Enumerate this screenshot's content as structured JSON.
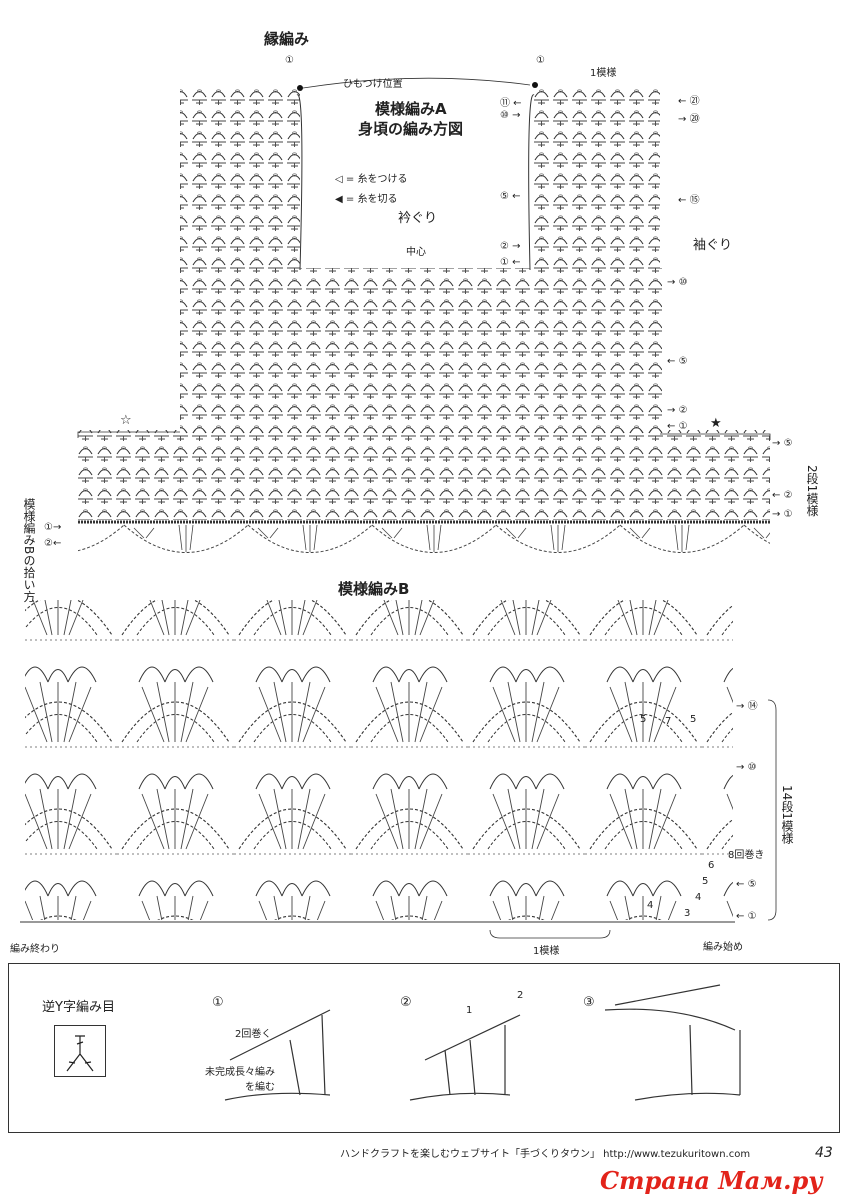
{
  "chart_a": {
    "edge_label": "縁編み",
    "title_line1": "模様編みA",
    "title_line2": "身頃の編み方図",
    "tie_position": "ひもつけ位置",
    "one_pattern": "1模様",
    "legend": [
      {
        "symbol": "◁",
        "text": "= 糸をつける"
      },
      {
        "symbol": "◀",
        "text": "= 糸を切る"
      }
    ],
    "neckline": "衿ぐり",
    "center": "中心",
    "armhole": "袖ぐり",
    "star_open": "☆",
    "star_filled": "★",
    "row_marks_top": "①",
    "right_rows": [
      "㉑",
      "⑳",
      "⑮",
      "⑩",
      "⑤",
      "②",
      "①"
    ],
    "left_inner_rows": [
      "⑪",
      "⑩",
      "⑤",
      "②",
      "①"
    ],
    "lower_band_rows": [
      "⑤",
      "②",
      "①"
    ],
    "repeat_note": "2段1模様",
    "pickup_label": "模様編みBの拾い方",
    "pickup_rows": [
      "①",
      "②"
    ]
  },
  "chart_b": {
    "title": "模様編みB",
    "right_rows": [
      "⑭",
      "⑩",
      "⑤",
      "①"
    ],
    "repeat_note": "14段1模様",
    "wrap_note": "8回巻き",
    "start": "編み始め",
    "end": "編み終わり",
    "one_pattern": "1模様",
    "counts": [
      "5",
      "7",
      "5",
      "6",
      "5",
      "4",
      "4",
      "3"
    ]
  },
  "stitch_box": {
    "title": "逆Y字編み目",
    "steps": [
      "①",
      "②",
      "③"
    ],
    "step1_note1": "2回巻く",
    "step1_note2": "未完成長々編み\nを編む",
    "step2_arrows": [
      "1",
      "2"
    ]
  },
  "footer": {
    "text": "ハンドクラフトを楽しむウェブサイト「手づくりタウン」 http://www.tezukuritown.com",
    "page": "43",
    "watermark": "Страна Мам.ру"
  }
}
